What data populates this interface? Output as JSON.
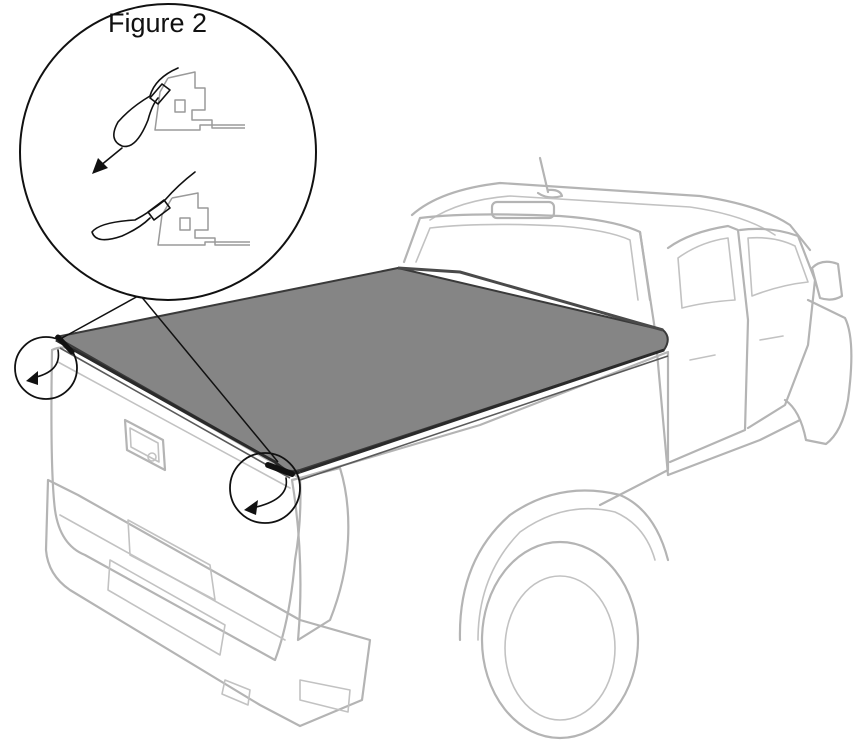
{
  "figure": {
    "label": "Figure 2"
  },
  "colors": {
    "background": "#ffffff",
    "truck_outline": "#b4b4b4",
    "tonneau_cover": "#858585",
    "cover_edge": "#3a3a3a",
    "detail_ink": "#111111",
    "rail_profile": "#9a9a9a"
  },
  "parts": {
    "truck": "pickup-truck-outline",
    "cover": "soft-tonneau-cover",
    "callouts": [
      "left-rear-corner-callout",
      "right-rear-corner-callout"
    ],
    "detail": "figure-2-detail-circle"
  }
}
